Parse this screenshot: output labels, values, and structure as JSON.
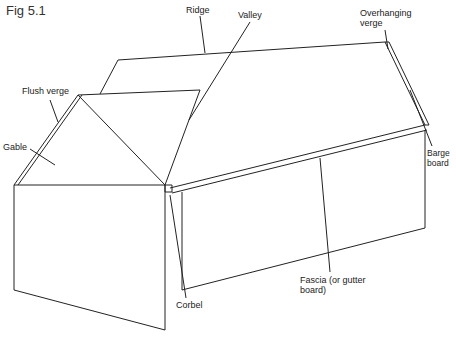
{
  "diagram": {
    "title": "Fig 5.1",
    "labels": [
      "Ridge",
      "Valley",
      "Overhanging verge",
      "Flush verge",
      "Gable",
      "Barge board",
      "Corbel",
      "Fascia (or gutter board)"
    ]
  }
}
